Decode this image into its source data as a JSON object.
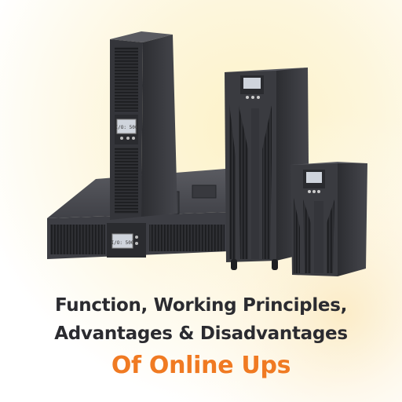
{
  "headline": {
    "line1": "Function, Working Principles,",
    "line2": "Advantages & Disadvantages",
    "line3": "Of Online Ups"
  },
  "product": {
    "rack_tower_lcd": "I/O: 500",
    "rack_horizontal_lcd": "I/O: 500"
  },
  "colors": {
    "accent": "#f07a22",
    "headline_text": "#2b2b30",
    "background_glow": "#fbeec2",
    "unit_body": "#3a3b40"
  },
  "icons": [
    "ups-rack-tower",
    "ups-rack-horizontal",
    "ups-tall-tower",
    "ups-small-tower"
  ]
}
